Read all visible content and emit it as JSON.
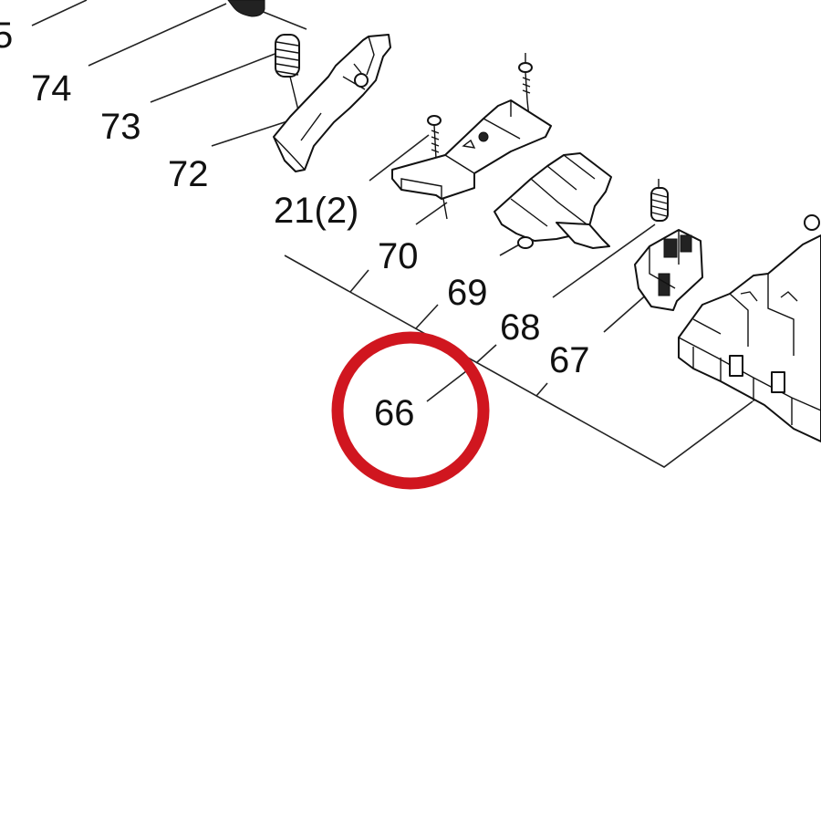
{
  "diagram": {
    "labels": {
      "p75": "5",
      "p74": "74",
      "p73": "73",
      "p72": "72",
      "p21": "21(2)",
      "p70": "70",
      "p69": "69",
      "p68": "68",
      "p67": "67",
      "p66": "66"
    },
    "highlight": {
      "target": "66",
      "color": "#d0161f"
    }
  }
}
